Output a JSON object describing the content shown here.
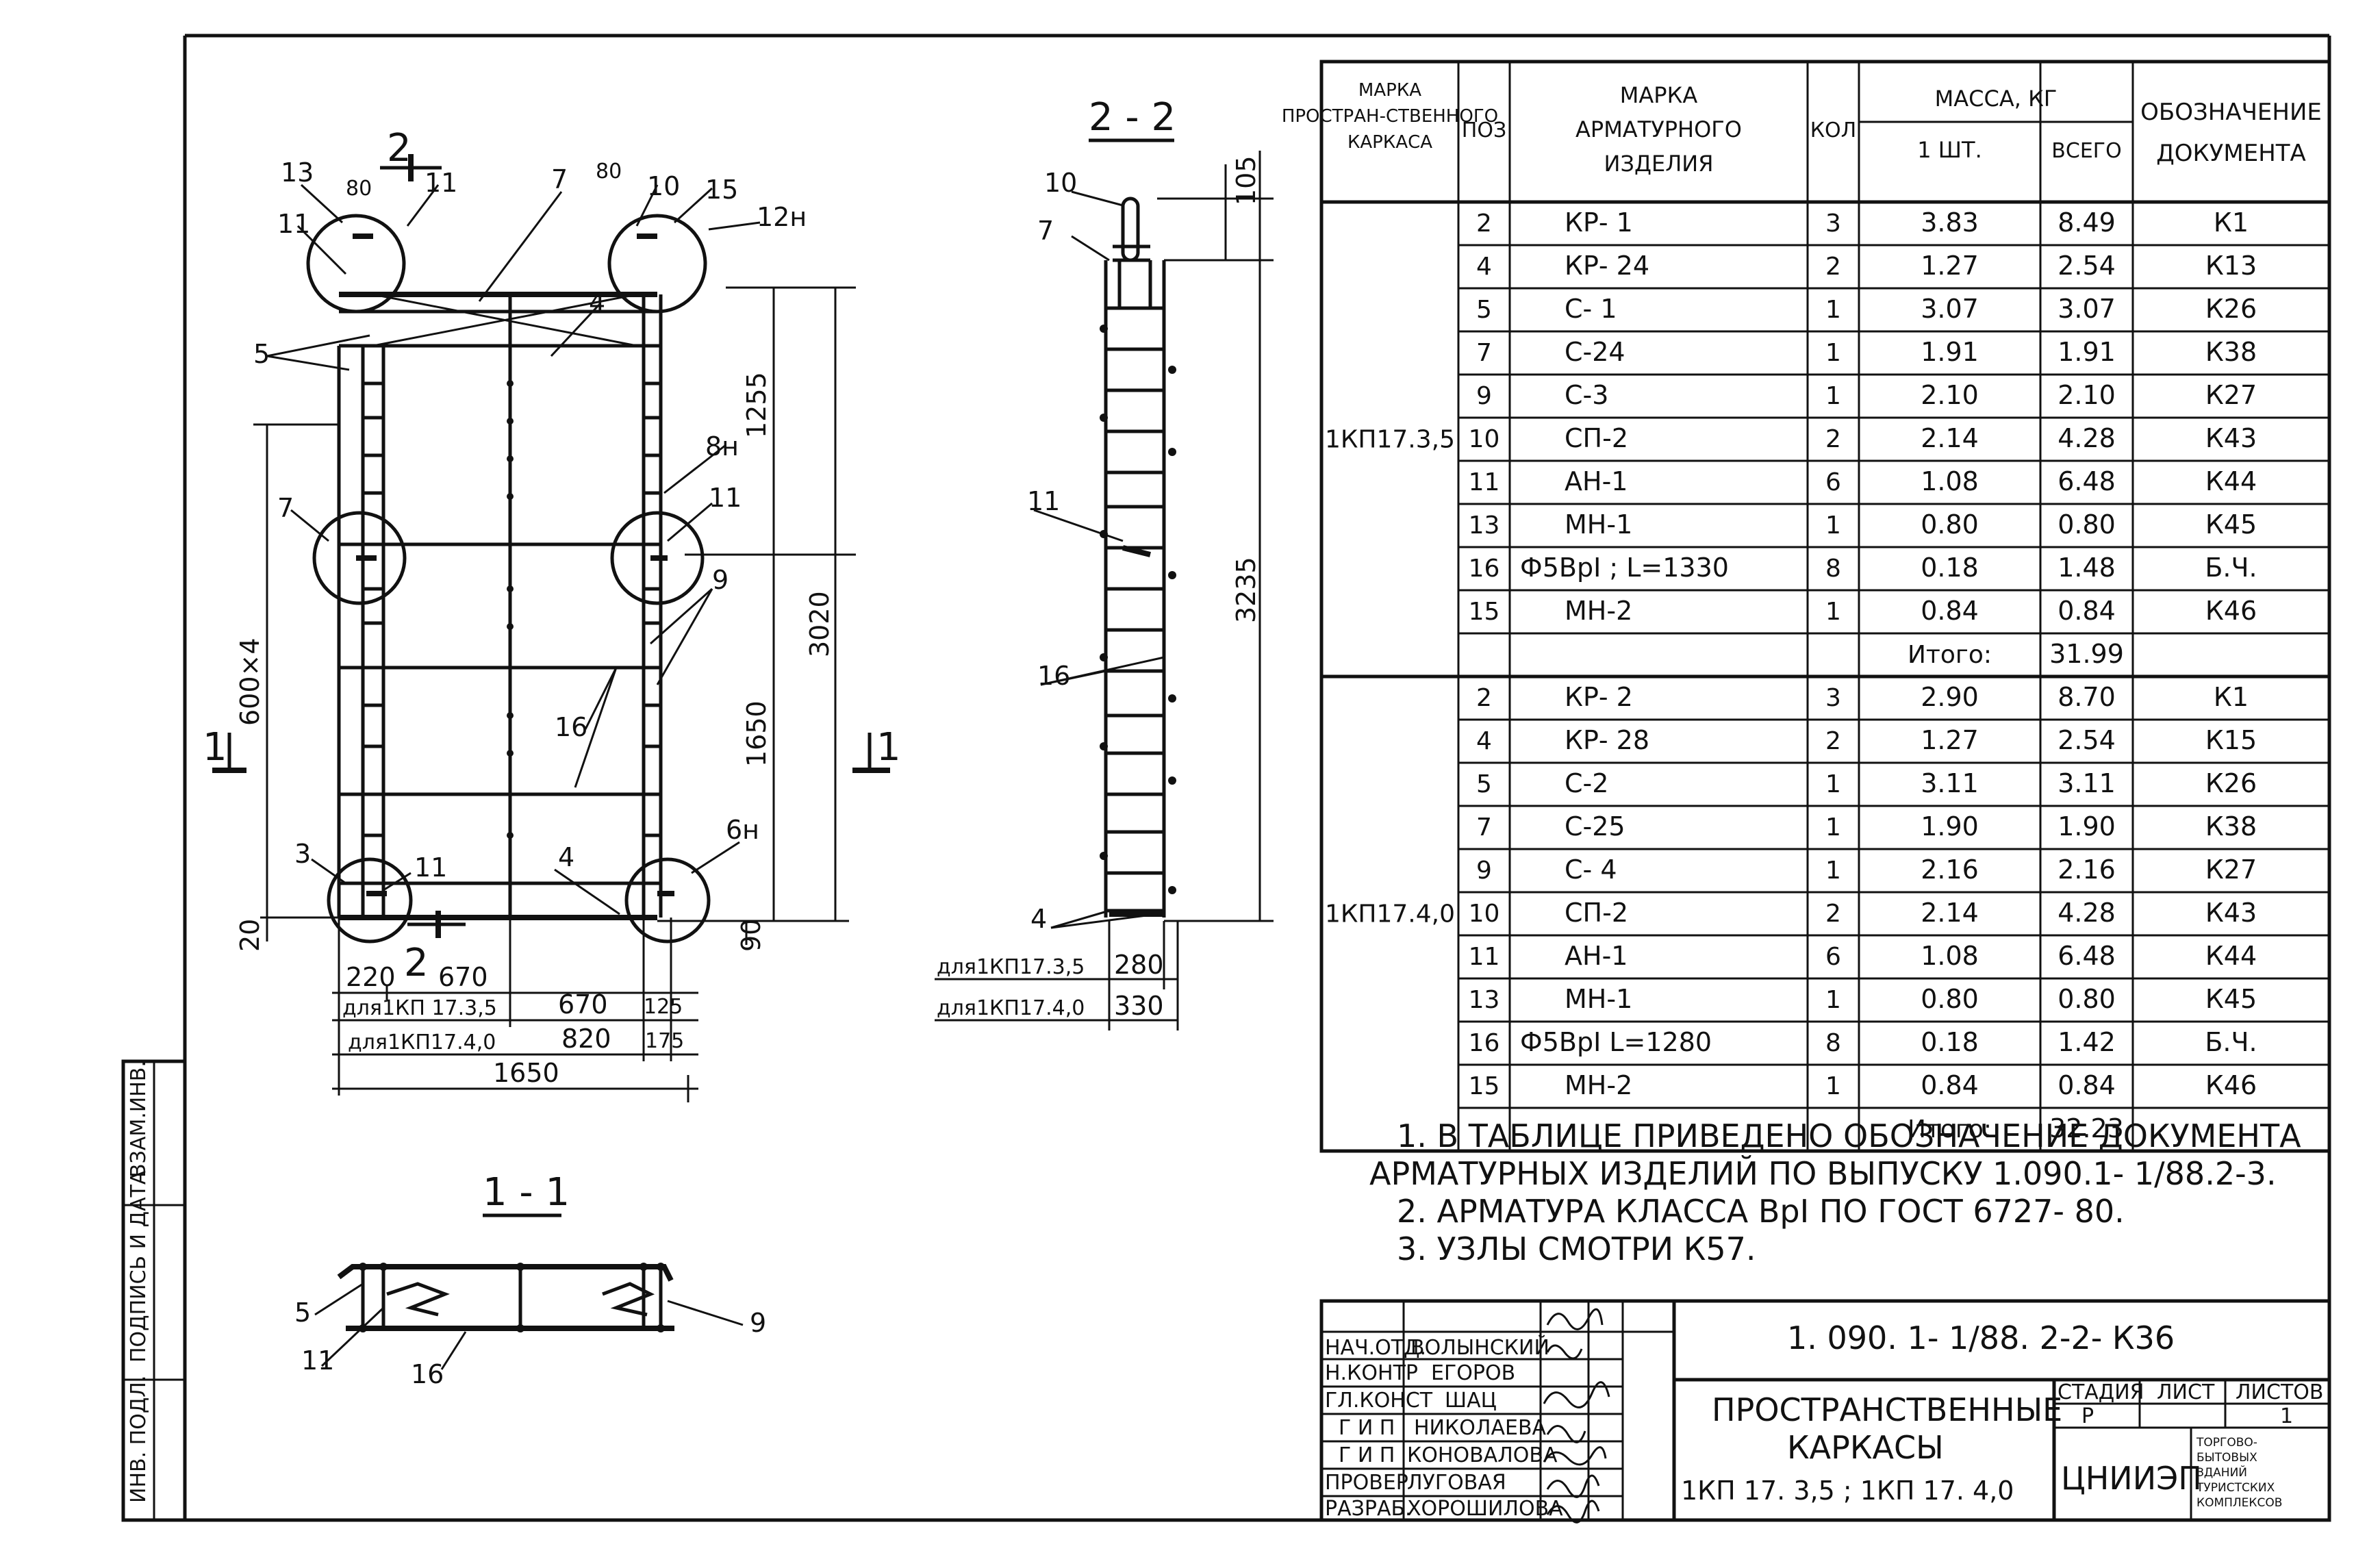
{
  "section_labels": {
    "s22": "2 - 2",
    "s11": "1 - 1",
    "cut2": "2",
    "cut1": "1"
  },
  "plan": {
    "callouts": [
      "13",
      "80",
      "11",
      "7",
      "80",
      "10",
      "15",
      "12н",
      "11",
      "5",
      "4",
      "8н",
      "11",
      "7",
      "9",
      "16",
      "3",
      "11",
      "4",
      "6н"
    ],
    "dims": {
      "d1255": "1255",
      "d3020": "3020",
      "d600x4": "600×4",
      "d1650v": "1650",
      "d20": "20",
      "d90": "90",
      "d220": "220",
      "d670a": "670",
      "d670b": "670",
      "d125": "125",
      "for35": "для1КП 17.3,5",
      "for40": "для1КП17.4,0",
      "d820": "820",
      "d175": "175",
      "d1650": "1650"
    }
  },
  "section22": {
    "callouts": [
      "10",
      "7",
      "11",
      "16",
      "4"
    ],
    "dims": {
      "d105": "105",
      "d3235": "3235",
      "d280": "280",
      "d330": "330",
      "for35": "для1КП17.3,5",
      "for40": "для1КП17.4,0"
    }
  },
  "section11": {
    "callouts": [
      "5",
      "11",
      "16",
      "9"
    ]
  },
  "spec_table": {
    "headers": {
      "marka": "МАРКА ПРОСТРАН-СТВЕННОГО КАРКАСА",
      "poz": "ПОЗ",
      "izdelie": "МАРКА АРМАТУРНОГО ИЗДЕЛИЯ",
      "kol": "КОЛ",
      "massa": "МАССА, КГ",
      "sht": "1 ШТ.",
      "vsego": "ВСЕГО",
      "doc": "ОБОЗНАЧЕНИЕ ДОКУМЕНТА"
    },
    "groups": [
      {
        "marka": "1КП17.3,5",
        "rows": [
          [
            "2",
            "КР- 1",
            "3",
            "3.83",
            "8.49",
            "К1"
          ],
          [
            "4",
            "КР- 24",
            "2",
            "1.27",
            "2.54",
            "К13"
          ],
          [
            "5",
            "С- 1",
            "1",
            "3.07",
            "3.07",
            "К26"
          ],
          [
            "7",
            "С-24",
            "1",
            "1.91",
            "1.91",
            "К38"
          ],
          [
            "9",
            "С-3",
            "1",
            "2.10",
            "2.10",
            "К27"
          ],
          [
            "10",
            "СП-2",
            "2",
            "2.14",
            "4.28",
            "К43"
          ],
          [
            "11",
            "АН-1",
            "6",
            "1.08",
            "6.48",
            "К44"
          ],
          [
            "13",
            "МН-1",
            "1",
            "0.80",
            "0.80",
            "К45"
          ],
          [
            "16",
            "Ф5ВрI ; L=1330",
            "8",
            "0.18",
            "1.48",
            "Б.Ч."
          ],
          [
            "15",
            "МН-2",
            "1",
            "0.84",
            "0.84",
            "К46"
          ]
        ],
        "total_label": "Итого:",
        "total": "31.99"
      },
      {
        "marka": "1КП17.4,0",
        "rows": [
          [
            "2",
            "КР- 2",
            "3",
            "2.90",
            "8.70",
            "К1"
          ],
          [
            "4",
            "КР- 28",
            "2",
            "1.27",
            "2.54",
            "К15"
          ],
          [
            "5",
            "С-2",
            "1",
            "3.11",
            "3.11",
            "К26"
          ],
          [
            "7",
            "С-25",
            "1",
            "1.90",
            "1.90",
            "К38"
          ],
          [
            "9",
            "С- 4",
            "1",
            "2.16",
            "2.16",
            "К27"
          ],
          [
            "10",
            "СП-2",
            "2",
            "2.14",
            "4.28",
            "К43"
          ],
          [
            "11",
            "АН-1",
            "6",
            "1.08",
            "6.48",
            "К44"
          ],
          [
            "13",
            "МН-1",
            "1",
            "0.80",
            "0.80",
            "К45"
          ],
          [
            "16",
            "Ф5ВрI L=1280",
            "8",
            "0.18",
            "1.42",
            "Б.Ч."
          ],
          [
            "15",
            "МН-2",
            "1",
            "0.84",
            "0.84",
            "К46"
          ]
        ],
        "total_label": "Итого:",
        "total": "32.23"
      }
    ]
  },
  "notes": [
    "1. В ТАБЛИЦЕ ПРИВЕДЕНО ОБОЗНАЧЕНИЕ ДОКУМЕНТА",
    "АРМАТУРНЫХ ИЗДЕЛИЙ ПО ВЫПУСКУ 1.090.1- 1/88.2-3.",
    "2. АРМАТУРА КЛАССА ВрI ПО ГОСТ 6727- 80.",
    "3. УЗЛЫ СМОТРИ К57."
  ],
  "title_block": {
    "code": "1. 090. 1- 1/88. 2-2- К36",
    "roles": [
      [
        "НАЧ.ОТД.",
        "ВОЛЫНСКИЙ"
      ],
      [
        "Н.КОНТР",
        "ЕГОРОВ"
      ],
      [
        "ГЛ.КОНСТ",
        "ШАЦ"
      ],
      [
        "Г И П",
        "НИКОЛАЕВА"
      ],
      [
        "Г И П",
        "КОНОВАЛОВА"
      ],
      [
        "ПРОВЕР",
        "ЛУГОВАЯ"
      ],
      [
        "РАЗРАБ.",
        "ХОРОШИЛОВА"
      ]
    ],
    "name_lines": [
      "ПРОСТРАНСТВЕННЫЕ",
      "КАРКАСЫ",
      "1КП 17. 3,5 ; 1КП 17. 4,0"
    ],
    "stage_h": "СТАДИЯ",
    "sheet_h": "ЛИСТ",
    "sheets_h": "ЛИСТОВ",
    "stage": "Р",
    "sheets": "1",
    "org": "ЦНИИЭП",
    "org_note": [
      "ТОРГОВО-",
      "БЫТОВЫХ",
      "ЗДАНИЙ",
      "ТУРИСТСКИХ",
      "КОМПЛЕКСОВ"
    ]
  },
  "side_stamp": [
    "ВЗАМ.ИНВ.",
    "ПОДПИСЬ И ДАТА",
    "ИНВ. ПОДЛ."
  ]
}
